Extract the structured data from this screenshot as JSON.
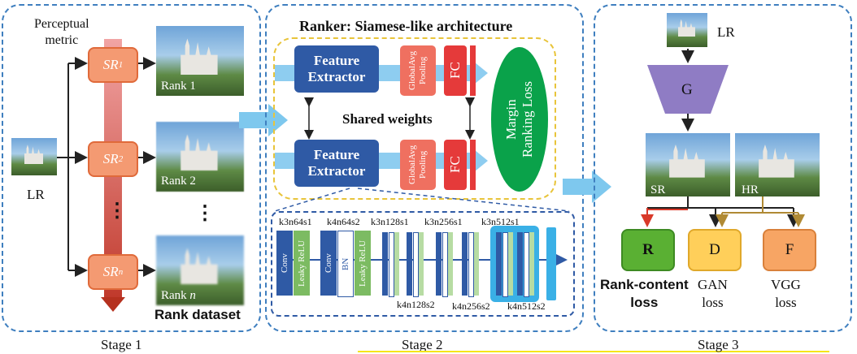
{
  "stage1": {
    "perceptual_metric": "Perceptual\nmetric",
    "lr_label": "LR",
    "sr_labels": [
      {
        "base": "SR",
        "sub": "1"
      },
      {
        "base": "SR",
        "sub": "2"
      },
      {
        "base": "SR",
        "sub": "n"
      }
    ],
    "rank_labels": [
      "Rank 1",
      "Rank 2",
      "Rank "
    ],
    "rank_n": "n",
    "dots": "⋮",
    "dataset_label": "Rank dataset",
    "stage_label": "Stage 1"
  },
  "stage2": {
    "title": "Ranker: Siamese-like architecture",
    "feature_extractor": "Feature\nExtractor",
    "pooling": "GlobalAvg\nPooling",
    "fc": "FC",
    "loss": "Margin\nRanking Loss",
    "shared_weights": "Shared weights",
    "top_layer_labels": [
      "k3n64s1",
      "k4n64s2",
      "k3n128s1",
      "k3n256s1",
      "k3n512s1"
    ],
    "bottom_layer_labels": [
      "k4n128s2",
      "k4n256s2",
      "k4n512s2"
    ],
    "conv": "Conv",
    "leaky": "Leaky ReLU",
    "bn": "BN",
    "stage_label": "Stage 2"
  },
  "stage3": {
    "lr_label": "LR",
    "g_label": "G",
    "sr_label": "SR",
    "hr_label": "HR",
    "r_label": "R",
    "d_label": "D",
    "f_label": "F",
    "r_caption": "Rank-content\nloss",
    "d_caption": "GAN\nloss",
    "f_caption": "VGG\nloss",
    "stage_label": "Stage 3"
  },
  "colors": {
    "panel_border": "#3f7fbf",
    "sr_fill": "#f49a72",
    "feature_extractor": "#2f5aa5",
    "pooling": "#ef7060",
    "fc": "#e53a3a",
    "loss_ellipse": "#0aa24a",
    "generator": "#8f7cc4",
    "r_box": "#5ab033",
    "d_box": "#ffcf5a",
    "f_box": "#f7a564",
    "highlight_line": "#f5e51a"
  }
}
